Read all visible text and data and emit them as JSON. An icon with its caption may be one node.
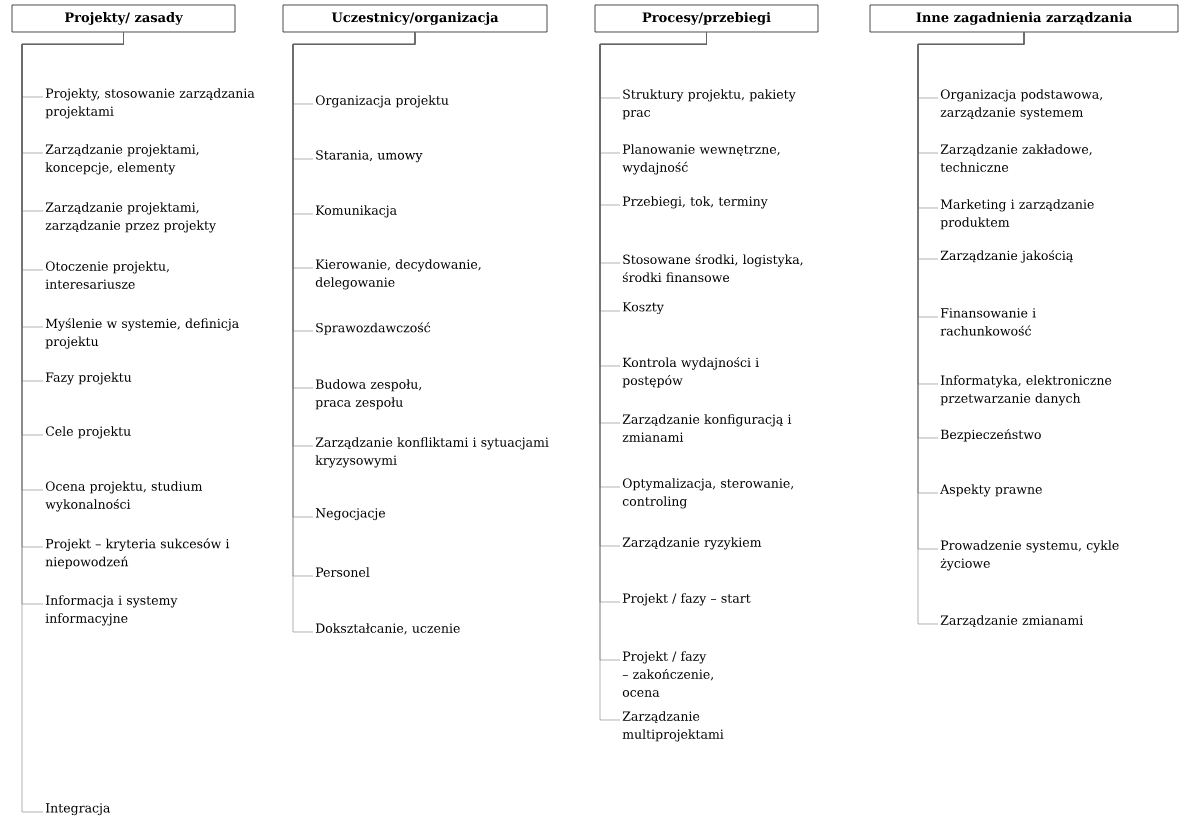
{
  "diagram": {
    "nodes": [
      {
        "text": [
          "Projekty/ zasady"
        ]
      },
      {
        "text": [
          "Projekty, stosowanie zarządzania projektami"
        ]
      },
      {
        "text": [
          "Zarządzanie projektami, koncepcje, elementy"
        ]
      },
      {
        "text": [
          "Zarządzanie projektami, zarządzanie przez projekty"
        ]
      },
      {
        "text": [
          "Otoczenie projektu, interesariusze"
        ]
      },
      {
        "text": [
          "Myślenie w systemie, definicja projektu"
        ]
      },
      {
        "text": [
          "Fazy projektu"
        ]
      },
      {
        "text": [
          "Cele projektu"
        ]
      },
      {
        "text": [
          "Ocena projektu, studium wykonalności"
        ]
      },
      {
        "text": [
          "Projekt – kryteria sukcesów i niepowodzeń"
        ]
      },
      {
        "text": [
          "Informacja i systemy informacyjne"
        ]
      },
      {
        "text": [
          "Integracja"
        ]
      },
      {
        "text": [
          "Uczestnicy/organizacja"
        ]
      },
      {
        "text": [
          "Organizacja projektu"
        ]
      },
      {
        "text": [
          "Starania, umowy"
        ]
      },
      {
        "text": [
          "Komunikacja"
        ]
      },
      {
        "text": [
          "Kierowanie, decydowanie, delegowanie"
        ]
      },
      {
        "text": [
          "Sprawozdawczość"
        ]
      },
      {
        "text": [
          "Budowa zespołu, praca zespołu"
        ]
      },
      {
        "text": [
          "Zarządzanie konfliktami i sytuacjami kryzysowymi"
        ]
      },
      {
        "text": [
          "Negocjacje"
        ]
      },
      {
        "text": [
          "Personel"
        ]
      },
      {
        "text": [
          "Dokształcanie, uczenie"
        ]
      },
      {
        "text": [
          "Procesy/przebiegi"
        ]
      },
      {
        "text": [
          "Struktury projektu, pakiety prac"
        ]
      },
      {
        "text": [
          "Planowanie wewnętrzne, wydajność"
        ]
      },
      {
        "text": [
          "Przebiegi, tok, terminy"
        ]
      },
      {
        "text": [
          "Stosowane środki, logistyka, środki finansowe"
        ]
      },
      {
        "text": [
          "Koszty"
        ]
      },
      {
        "text": [
          "Kontrola wydajności i postępów"
        ]
      },
      {
        "text": [
          "Zarządzanie konfiguracją i zmianami"
        ]
      },
      {
        "text": [
          "Optymalizacja, sterowanie, controling"
        ]
      },
      {
        "text": [
          "Zarządzanie ryzykiem"
        ]
      },
      {
        "text": [
          "Projekt / fazy – start"
        ]
      },
      {
        "text": [
          "Projekt / fazy – zakończenie, ocena"
        ]
      },
      {
        "text": [
          "Zarządzanie multiprojektami"
        ]
      },
      {
        "text": [
          "Inne zagadnienia zarządzania"
        ]
      },
      {
        "text": [
          "Organizacja podstawowa, zarządzanie systemem"
        ]
      },
      {
        "text": [
          "Zarządzanie zakładowe, techniczne"
        ]
      },
      {
        "text": [
          "Marketing i zarządzanie produktem"
        ]
      },
      {
        "text": [
          "Zarządzanie jakością"
        ]
      },
      {
        "text": [
          "Finansowanie i rachunkowość"
        ]
      },
      {
        "text": [
          "Informatyka, elektroniczne przetwarzanie danych"
        ]
      },
      {
        "text": [
          "Bezpieczeństwo"
        ]
      },
      {
        "text": [
          "Aspekty prawne"
        ]
      },
      {
        "text": [
          "Prowadzenie systemu, cykle życiowe"
        ]
      },
      {
        "text": [
          "Zarządzanie zmianami"
        ]
      }
    ],
    "edges": [
      {
        "from": 0,
        "to": 1,
        "arrow": "none"
      },
      {
        "from": 0,
        "to": 2,
        "arrow": "none"
      },
      {
        "from": 0,
        "to": 3,
        "arrow": "none"
      },
      {
        "from": 0,
        "to": 4,
        "arrow": "none"
      },
      {
        "from": 0,
        "to": 5,
        "arrow": "none"
      },
      {
        "from": 0,
        "to": 6,
        "arrow": "none"
      },
      {
        "from": 0,
        "to": 7,
        "arrow": "none"
      },
      {
        "from": 0,
        "to": 8,
        "arrow": "none"
      },
      {
        "from": 0,
        "to": 9,
        "arrow": "none"
      },
      {
        "from": 0,
        "to": 10,
        "arrow": "none"
      },
      {
        "from": 0,
        "to": 11,
        "arrow": "none"
      },
      {
        "from": 12,
        "to": 13,
        "arrow": "none"
      },
      {
        "from": 12,
        "to": 14,
        "arrow": "none"
      },
      {
        "from": 12,
        "to": 15,
        "arrow": "none"
      },
      {
        "from": 12,
        "to": 16,
        "arrow": "none"
      },
      {
        "from": 12,
        "to": 17,
        "arrow": "none"
      },
      {
        "from": 12,
        "to": 18,
        "arrow": "none"
      },
      {
        "from": 12,
        "to": 19,
        "arrow": "none"
      },
      {
        "from": 12,
        "to": 20,
        "arrow": "none"
      },
      {
        "from": 12,
        "to": 21,
        "arrow": "none"
      },
      {
        "from": 12,
        "to": 22,
        "arrow": "none"
      },
      {
        "from": 23,
        "to": 24,
        "arrow": "none"
      },
      {
        "from": 23,
        "to": 25,
        "arrow": "none"
      },
      {
        "from": 23,
        "to": 26,
        "arrow": "none"
      },
      {
        "from": 23,
        "to": 27,
        "arrow": "none"
      },
      {
        "from": 23,
        "to": 28,
        "arrow": "none"
      },
      {
        "from": 23,
        "to": 29,
        "arrow": "none"
      },
      {
        "from": 23,
        "to": 30,
        "arrow": "none"
      },
      {
        "from": 23,
        "to": 31,
        "arrow": "none"
      },
      {
        "from": 23,
        "to": 32,
        "arrow": "none"
      },
      {
        "from": 23,
        "to": 33,
        "arrow": "none"
      },
      {
        "from": 23,
        "to": 34,
        "arrow": "none"
      },
      {
        "from": 23,
        "to": 35,
        "arrow": "none"
      },
      {
        "from": 36,
        "to": 37,
        "arrow": "none"
      },
      {
        "from": 36,
        "to": 38,
        "arrow": "none"
      },
      {
        "from": 36,
        "to": 39,
        "arrow": "none"
      },
      {
        "from": 36,
        "to": 40,
        "arrow": "none"
      },
      {
        "from": 36,
        "to": 41,
        "arrow": "none"
      },
      {
        "from": 36,
        "to": 42,
        "arrow": "none"
      },
      {
        "from": 36,
        "to": 43,
        "arrow": "none"
      },
      {
        "from": 36,
        "to": 44,
        "arrow": "none"
      },
      {
        "from": 36,
        "to": 45,
        "arrow": "none"
      },
      {
        "from": 36,
        "to": 46,
        "arrow": "none"
      }
    ]
  }
}
